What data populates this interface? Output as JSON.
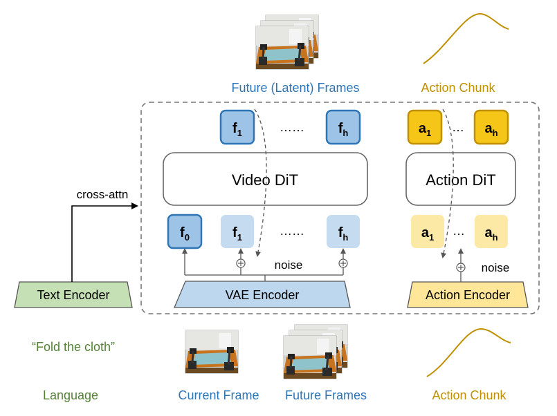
{
  "labels": {
    "future_latent_frames": "Future (Latent) Frames",
    "action_chunk_top": "Action Chunk",
    "video_dit": "Video DiT",
    "action_dit": "Action DiT",
    "cross_attn": "cross-attn",
    "noise_video": "noise",
    "noise_action": "noise",
    "vae_encoder": "VAE Encoder",
    "action_encoder": "Action Encoder",
    "text_encoder": "Text Encoder",
    "prompt": "“Fold the cloth”",
    "language": "Language",
    "current_frame": "Current Frame",
    "future_frames": "Future Frames",
    "action_chunk_bottom": "Action Chunk"
  },
  "tokens": {
    "f": "f",
    "a": "a",
    "sub_0": "0",
    "sub_1": "1",
    "sub_h": "h",
    "dots_long": "……",
    "dots_short": "…"
  },
  "colors": {
    "video_blue": "#2e75b6",
    "token_blue_dark": "#9dc3e6",
    "token_blue_light": "#c5dcf0",
    "action_gold": "#c09000",
    "token_gold_dark": "#f5c518",
    "token_gold_light": "#fde9a6",
    "text_green": "#548235",
    "encoder_green": "#c5e0b4",
    "encoder_blue": "#bdd7ee",
    "encoder_yellow": "#ffe699"
  },
  "icons": [
    "robot-cloth-frame-image",
    "action-curve-icon",
    "plus-circle-icon"
  ]
}
